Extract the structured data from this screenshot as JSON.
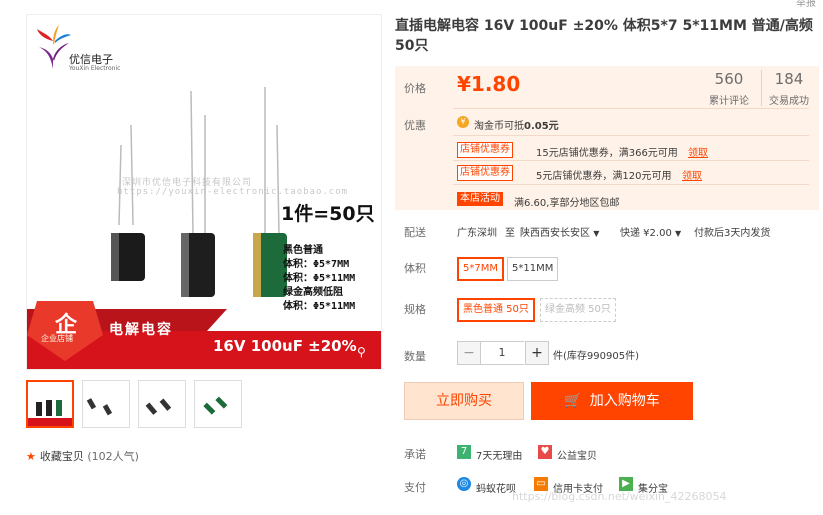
{
  "corner_text": "举报",
  "product": {
    "title": "直插电解电容 16V 100uF ±20% 体积5*7 5*11MM 普通/高频50只"
  },
  "image": {
    "logo_name": "优信电子",
    "logo_sub": "YouXin Electronic",
    "watermark1": "深圳市优信电子科技有限公司",
    "watermark2": "https://youxin-electronic.taobao.com",
    "pieces": "1件=50只",
    "spec_lines": [
      "黑色普通",
      "体积：Φ5*7MM",
      "体积：Φ5*11MM",
      "绿金高频低阻",
      "体积：Φ5*11MM"
    ],
    "banner_title": "电解电容",
    "banner_spec": "16V  100uF  ±20%",
    "badge_text": "企业店铺"
  },
  "favorite": {
    "label": "收藏宝贝",
    "count": "(102人气)"
  },
  "price": {
    "label": "价格",
    "value": "¥1.80",
    "reviews_num": "560",
    "reviews_label": "累计评论",
    "sales_num": "184",
    "sales_label": "交易成功"
  },
  "promo": {
    "label": "优惠",
    "coin_text": "淘金币可抵",
    "coin_value": "0.05元",
    "coupons": [
      {
        "tag": "店铺优惠券",
        "text": "15元店铺优惠券，满366元可用",
        "link": "领取"
      },
      {
        "tag": "店铺优惠券",
        "text": "5元店铺优惠券，满120元可用",
        "link": "领取"
      }
    ],
    "activity_tag": "本店活动",
    "activity_text": "满6.60,享部分地区包邮"
  },
  "shipping": {
    "label": "配送",
    "from": "广东深圳",
    "to_word": "至",
    "to": "陕西西安长安区",
    "method": "快递 ¥2.00",
    "note": "付款后3天内发货"
  },
  "volume": {
    "label": "体积",
    "options": [
      "5*7MM",
      "5*11MM"
    ]
  },
  "spec": {
    "label": "规格",
    "options": [
      "黑色普通 50只",
      "绿金高频 50只"
    ]
  },
  "quantity": {
    "label": "数量",
    "value": "1",
    "minus": "−",
    "plus": "+",
    "stock": "件(库存990905件)"
  },
  "buttons": {
    "buy_now": "立即购买",
    "add_cart": "加入购物车"
  },
  "promise": {
    "label": "承诺",
    "items": [
      "7天无理由",
      "公益宝贝"
    ]
  },
  "payment": {
    "label": "支付",
    "items": [
      "蚂蚁花呗",
      "信用卡支付",
      "集分宝"
    ]
  },
  "footer_watermark": "https://blog.csdn.net/weixin_42268054",
  "colors": {
    "accent": "#ff4400",
    "price_bg": "#fff2e8"
  }
}
